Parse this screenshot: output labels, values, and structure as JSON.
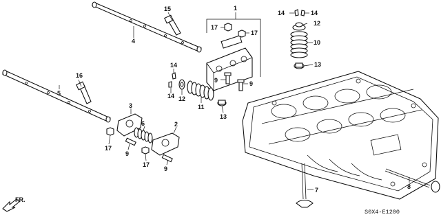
{
  "callouts": {
    "c1": "1",
    "c2": "2",
    "c3": "3",
    "c4": "4",
    "c5": "5",
    "c6": "6",
    "c7": "7",
    "c8": "8",
    "c9a": "9",
    "c9b": "9",
    "c9c": "9",
    "c9d": "9",
    "c10": "10",
    "c11": "11",
    "c12a": "12",
    "c12b": "12",
    "c13a": "13",
    "c13b": "13",
    "c14a": "14",
    "c14b": "14",
    "c14c": "14",
    "c14d": "14",
    "c15": "15",
    "c16": "16",
    "c17a": "17",
    "c17b": "17",
    "c17c": "17",
    "c17d": "17"
  },
  "diagram_code": "S0X4-E1200",
  "direction_label": "FR."
}
